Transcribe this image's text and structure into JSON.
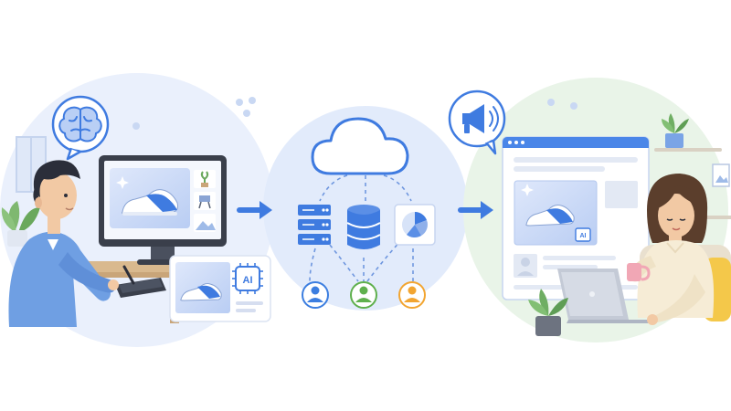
{
  "colors": {
    "background": "#ffffff",
    "left_circle": "#e8eefb",
    "middle_circle": "#e3ecfb",
    "right_circle": "#e8f4e7",
    "accent_blue": "#3f7be0",
    "light_blue": "#a9c6f2",
    "dashed_line": "#6f97df",
    "user_blue": "#3c7ee0",
    "user_green": "#5fb04d",
    "user_orange": "#f2a531",
    "desk_wood": "#d9b98e",
    "shirt_blue": "#6f9fe3",
    "sweater_cream": "#f6ecd6",
    "plant_green": "#6fae63",
    "hair_dark": "#2b2e3a",
    "hair_brown": "#5b3e2c"
  },
  "panels": [
    {
      "id": "designer",
      "description_icon": "brain-icon"
    },
    {
      "id": "cloud-processing",
      "description_icon": "cloud-icon"
    },
    {
      "id": "consumer",
      "description_icon": "megaphone-icon"
    }
  ],
  "badges": {
    "ai_card": "AI",
    "ai_ad": "AI"
  },
  "flow": {
    "arrows": [
      "designer-to-cloud",
      "cloud-to-consumer"
    ],
    "users": [
      "blue",
      "green",
      "orange"
    ]
  }
}
